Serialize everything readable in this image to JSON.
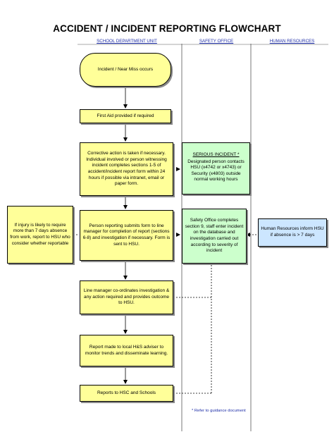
{
  "title": "ACCIDENT / INCIDENT REPORTING FLOWCHART",
  "columns": {
    "school": "SCHOOL DEPARTMENT UNIT",
    "safety": "SAFETY OFFICE",
    "hr": "HUMAN RESOURCES"
  },
  "nodes": {
    "start": "Incident / Near Miss occurs",
    "first_aid": "First Aid provided if required",
    "corrective": "Corrective action is taken if necessary. Individual involved or person witnessing incident completes sections 1-5 of accident/incident report form within 24 hours if possible via intranet, email or paper form.",
    "serious_title": "SERIOUS INCIDENT *",
    "serious_body": "Designated person contacts HSU (x4742 or x4743) or Security (x4803) outside normal working hours",
    "injury": "If injury is likely to require more than 7 days absence from work, report to HSU who consider whether reportable",
    "submit": "Person reporting submits form to line manager for completion of report (sections 6-8) and investigation if necessary.  Form is sent to HSU.",
    "safety_office": "Safety Office completes section 9, staff enter incident on the database and investigation carried out according to severity of incident",
    "hr_inform": "Human Resources inform HSU if absence is > 7 days",
    "line_manager": "Line manager co-ordinates investigation & any action required and provides outcome to HSU.",
    "report_local": "Report made to local H&S adviser to monitor trends and disseminate learning.",
    "reports_hsc": "Reports to HSC and Schools"
  },
  "footnote": "* Refer to guidance document",
  "colors": {
    "yellow_box": "#ffff99",
    "green_box": "#ccffcc",
    "blue_box": "#cce6ff",
    "header_text": "#1f2fa8"
  }
}
